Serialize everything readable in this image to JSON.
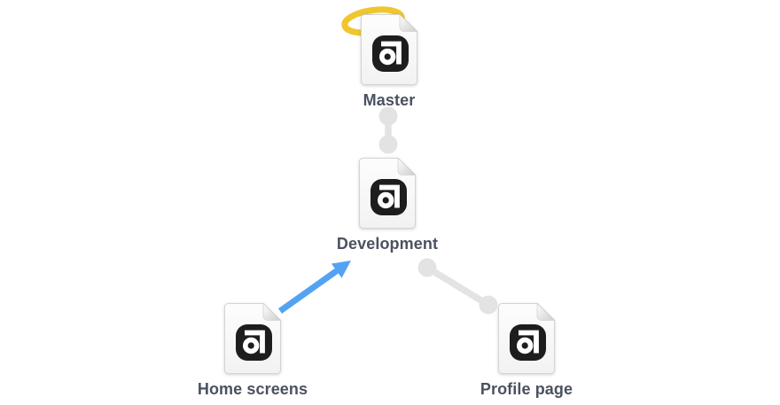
{
  "diagram": {
    "name": "branch-tree",
    "nodes": [
      {
        "id": "master",
        "label": "Master",
        "icon": "abstract-project-file",
        "badge": "halo"
      },
      {
        "id": "development",
        "label": "Development",
        "icon": "abstract-project-file",
        "badge": ""
      },
      {
        "id": "home-screens",
        "label": "Home screens",
        "icon": "abstract-project-file",
        "badge": ""
      },
      {
        "id": "profile-page",
        "label": "Profile page",
        "icon": "abstract-project-file",
        "badge": ""
      }
    ],
    "edges": [
      {
        "from": "master",
        "to": "development",
        "type": "commit-connector",
        "style": "gray-dumbbell"
      },
      {
        "from": "development",
        "to": "profile-page",
        "type": "branch-connector",
        "style": "gray-dumbbell"
      },
      {
        "from": "home-screens",
        "to": "development",
        "type": "merge-arrow",
        "style": "blue-arrow"
      }
    ]
  },
  "colors": {
    "background": "#ffffff",
    "label_text": "#4a5260",
    "connector_gray": "#e3e3e3",
    "arrow_blue": "#54a3f2",
    "halo_yellow": "#f0c62f",
    "icon_dark": "#1d1d1d",
    "icon_glyph": "#ffffff"
  }
}
